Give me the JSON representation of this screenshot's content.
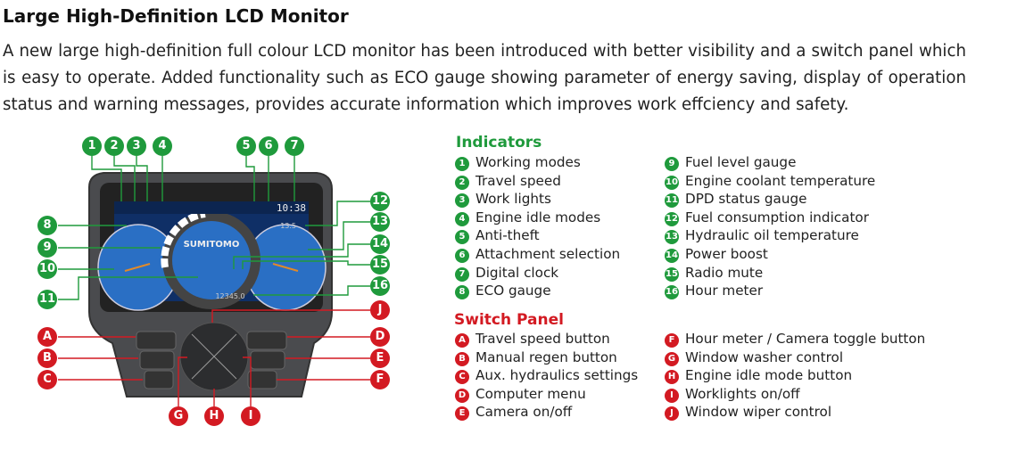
{
  "title": "Large High-Definition LCD Monitor",
  "paragraph": "A new large high-definition full colour LCD monitor has been introduced with better visibility and a switch panel which is easy to operate. Added functionality such as ECO gauge showing parameter of energy saving, display of operation status and warning messages, provides accurate information which improves work effciency and safety.",
  "screen": {
    "brand": "SUMITOMO",
    "clock": "10:38",
    "fuel_rate": "13.5",
    "hour_meter": "12345.0"
  },
  "colors": {
    "indicator": "#1f9a3c",
    "switch": "#d31a22"
  },
  "indicators": {
    "heading": "Indicators",
    "items": [
      {
        "id": "1",
        "label": "Working modes"
      },
      {
        "id": "2",
        "label": "Travel speed"
      },
      {
        "id": "3",
        "label": "Work lights"
      },
      {
        "id": "4",
        "label": "Engine idle modes"
      },
      {
        "id": "5",
        "label": "Anti-theft"
      },
      {
        "id": "6",
        "label": "Attachment selection"
      },
      {
        "id": "7",
        "label": "Digital clock"
      },
      {
        "id": "8",
        "label": "ECO gauge"
      },
      {
        "id": "9",
        "label": "Fuel level gauge"
      },
      {
        "id": "10",
        "label": "Engine coolant temperature"
      },
      {
        "id": "11",
        "label": "DPD status gauge"
      },
      {
        "id": "12",
        "label": "Fuel consumption indicator"
      },
      {
        "id": "13",
        "label": "Hydraulic oil temperature"
      },
      {
        "id": "14",
        "label": "Power boost"
      },
      {
        "id": "15",
        "label": "Radio mute"
      },
      {
        "id": "16",
        "label": "Hour meter"
      }
    ]
  },
  "switch_panel": {
    "heading": "Switch Panel",
    "items": [
      {
        "id": "A",
        "label": "Travel speed button"
      },
      {
        "id": "B",
        "label": "Manual regen button"
      },
      {
        "id": "C",
        "label": "Aux. hydraulics settings"
      },
      {
        "id": "D",
        "label": "Computer menu"
      },
      {
        "id": "E",
        "label": "Camera on/off"
      },
      {
        "id": "F",
        "label": "Hour meter / Camera toggle button"
      },
      {
        "id": "G",
        "label": "Window washer control"
      },
      {
        "id": "H",
        "label": "Engine idle mode button"
      },
      {
        "id": "I",
        "label": "Worklights on/off"
      },
      {
        "id": "J",
        "label": "Window wiper control"
      }
    ]
  }
}
